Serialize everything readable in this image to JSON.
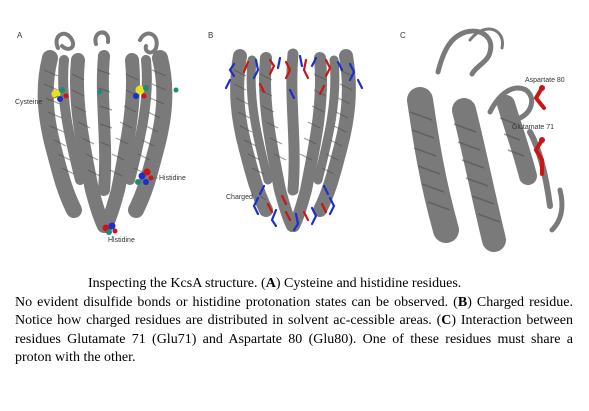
{
  "figure": {
    "panel_a": {
      "letter": "A",
      "labels": {
        "cysteine": "Cysteine",
        "histidine_mid": "Histidine",
        "histidine_bottom": "Histidine"
      }
    },
    "panel_b": {
      "letter": "B",
      "labels": {
        "charged": "Charged"
      }
    },
    "panel_c": {
      "letter": "C",
      "labels": {
        "aspartate": "Aspartate 80",
        "glutamate": "Glutamate 71"
      }
    },
    "colors": {
      "helix": "#7a7a7a",
      "acidic": "#cc1414",
      "basic": "#1a2fcc",
      "cysteine": "#e8e020",
      "oxygen": "#cc1414",
      "nitrogen": "#1a2fcc",
      "carbon": "#1f8a7a"
    }
  },
  "caption": {
    "line1_pre": "Inspecting the KcsA structure. (",
    "a_label": "A",
    "line1_post": ") Cysteine and histidine residues.",
    "seg2_pre": "No evident disulfide bonds or histidine protonation states can be observed. (",
    "b_label": "B",
    "seg2_post": ") Charged residue.  Notice how charged residues are distributed in solvent ac-cessible areas.  (",
    "c_label": "C",
    "seg3_post": ") Interaction between residues Glutamate 71 (Glu71) and Aspartate 80 (Glu80).  One of these residues must share a proton with the other."
  }
}
